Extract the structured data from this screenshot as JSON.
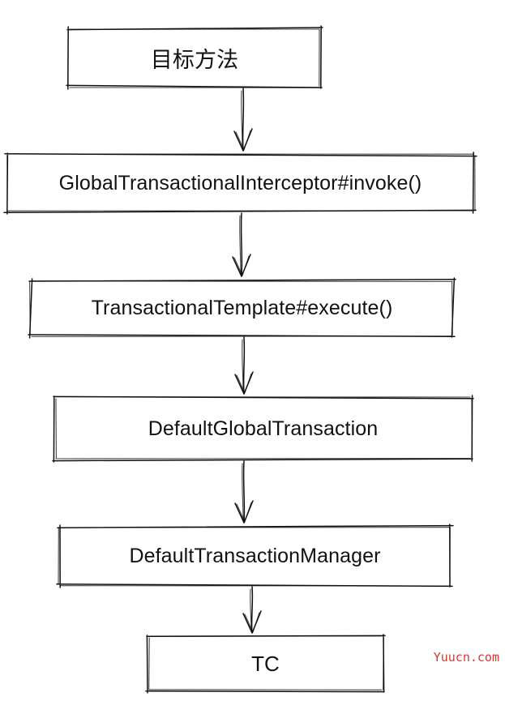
{
  "diagram": {
    "nodes": [
      {
        "id": "target-method",
        "label": "目标方法"
      },
      {
        "id": "global-transactional-interceptor",
        "label": "GlobalTransactionalInterceptor#invoke()"
      },
      {
        "id": "transactional-template",
        "label": "TransactionalTemplate#execute()"
      },
      {
        "id": "default-global-transaction",
        "label": "DefaultGlobalTransaction"
      },
      {
        "id": "default-transaction-manager",
        "label": "DefaultTransactionManager"
      },
      {
        "id": "tc",
        "label": "TC"
      }
    ],
    "edges": [
      {
        "from": "target-method",
        "to": "global-transactional-interceptor"
      },
      {
        "from": "global-transactional-interceptor",
        "to": "transactional-template"
      },
      {
        "from": "transactional-template",
        "to": "default-global-transaction"
      },
      {
        "from": "default-global-transaction",
        "to": "default-transaction-manager"
      },
      {
        "from": "default-transaction-manager",
        "to": "tc"
      }
    ]
  },
  "watermark": {
    "text": "Yuucn.com",
    "color": "#d63a2f"
  }
}
